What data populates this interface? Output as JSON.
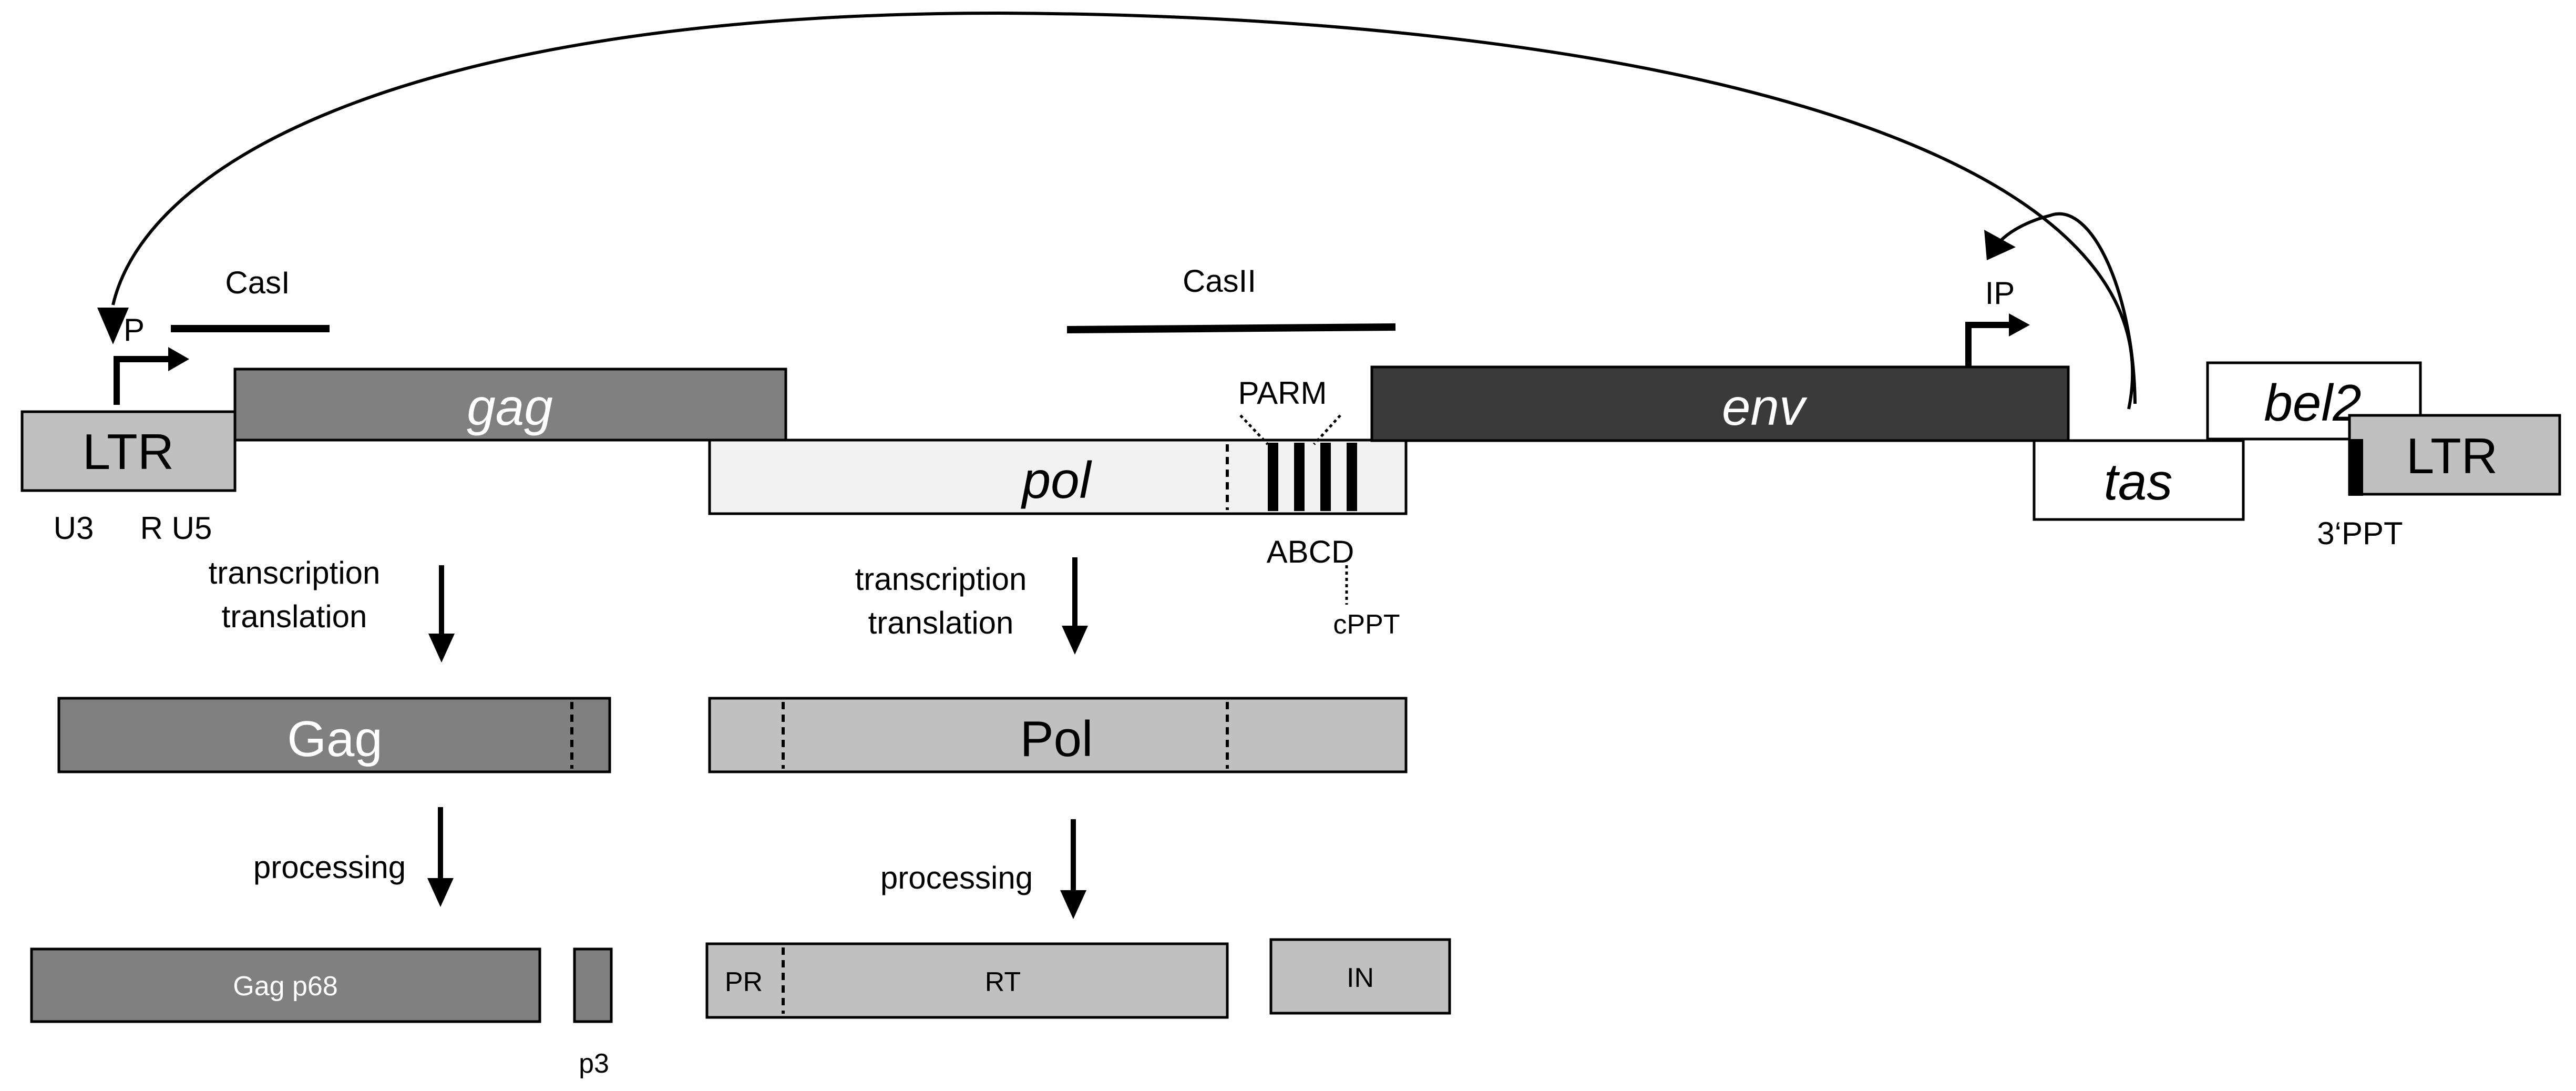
{
  "genome": {
    "ltr_5": "LTR",
    "ltr_3": "LTR",
    "ltr_sub_u3": "U3",
    "ltr_sub_r_u5": "R U5",
    "promoter": "P",
    "internal_promoter": "IP",
    "gag": "gag",
    "pol": "pol",
    "env": "env",
    "tas": "tas",
    "bel2": "bel2",
    "cas1": "CasI",
    "cas2": "CasII",
    "parm": "PARM",
    "abcd": "ABCD",
    "cppt": "cPPT",
    "ppt3": "3‘PPT"
  },
  "steps": {
    "gag_transcription": "transcription",
    "gag_translation": "translation",
    "pol_transcription": "transcription",
    "pol_translation": "translation",
    "gag_processing": "processing",
    "pol_processing": "processing"
  },
  "proteins": {
    "gag": "Gag",
    "pol": "Pol"
  },
  "products": {
    "gag_p68": "Gag p68",
    "p3": "p3",
    "pr": "PR",
    "rt": "RT",
    "in": "IN"
  },
  "colors": {
    "ltr": "#c0c0c0",
    "gag": "#808080",
    "pol": "#f2f2f2",
    "env": "#3a3a3a",
    "protein_pol": "#c0c0c0",
    "white": "#ffffff"
  }
}
